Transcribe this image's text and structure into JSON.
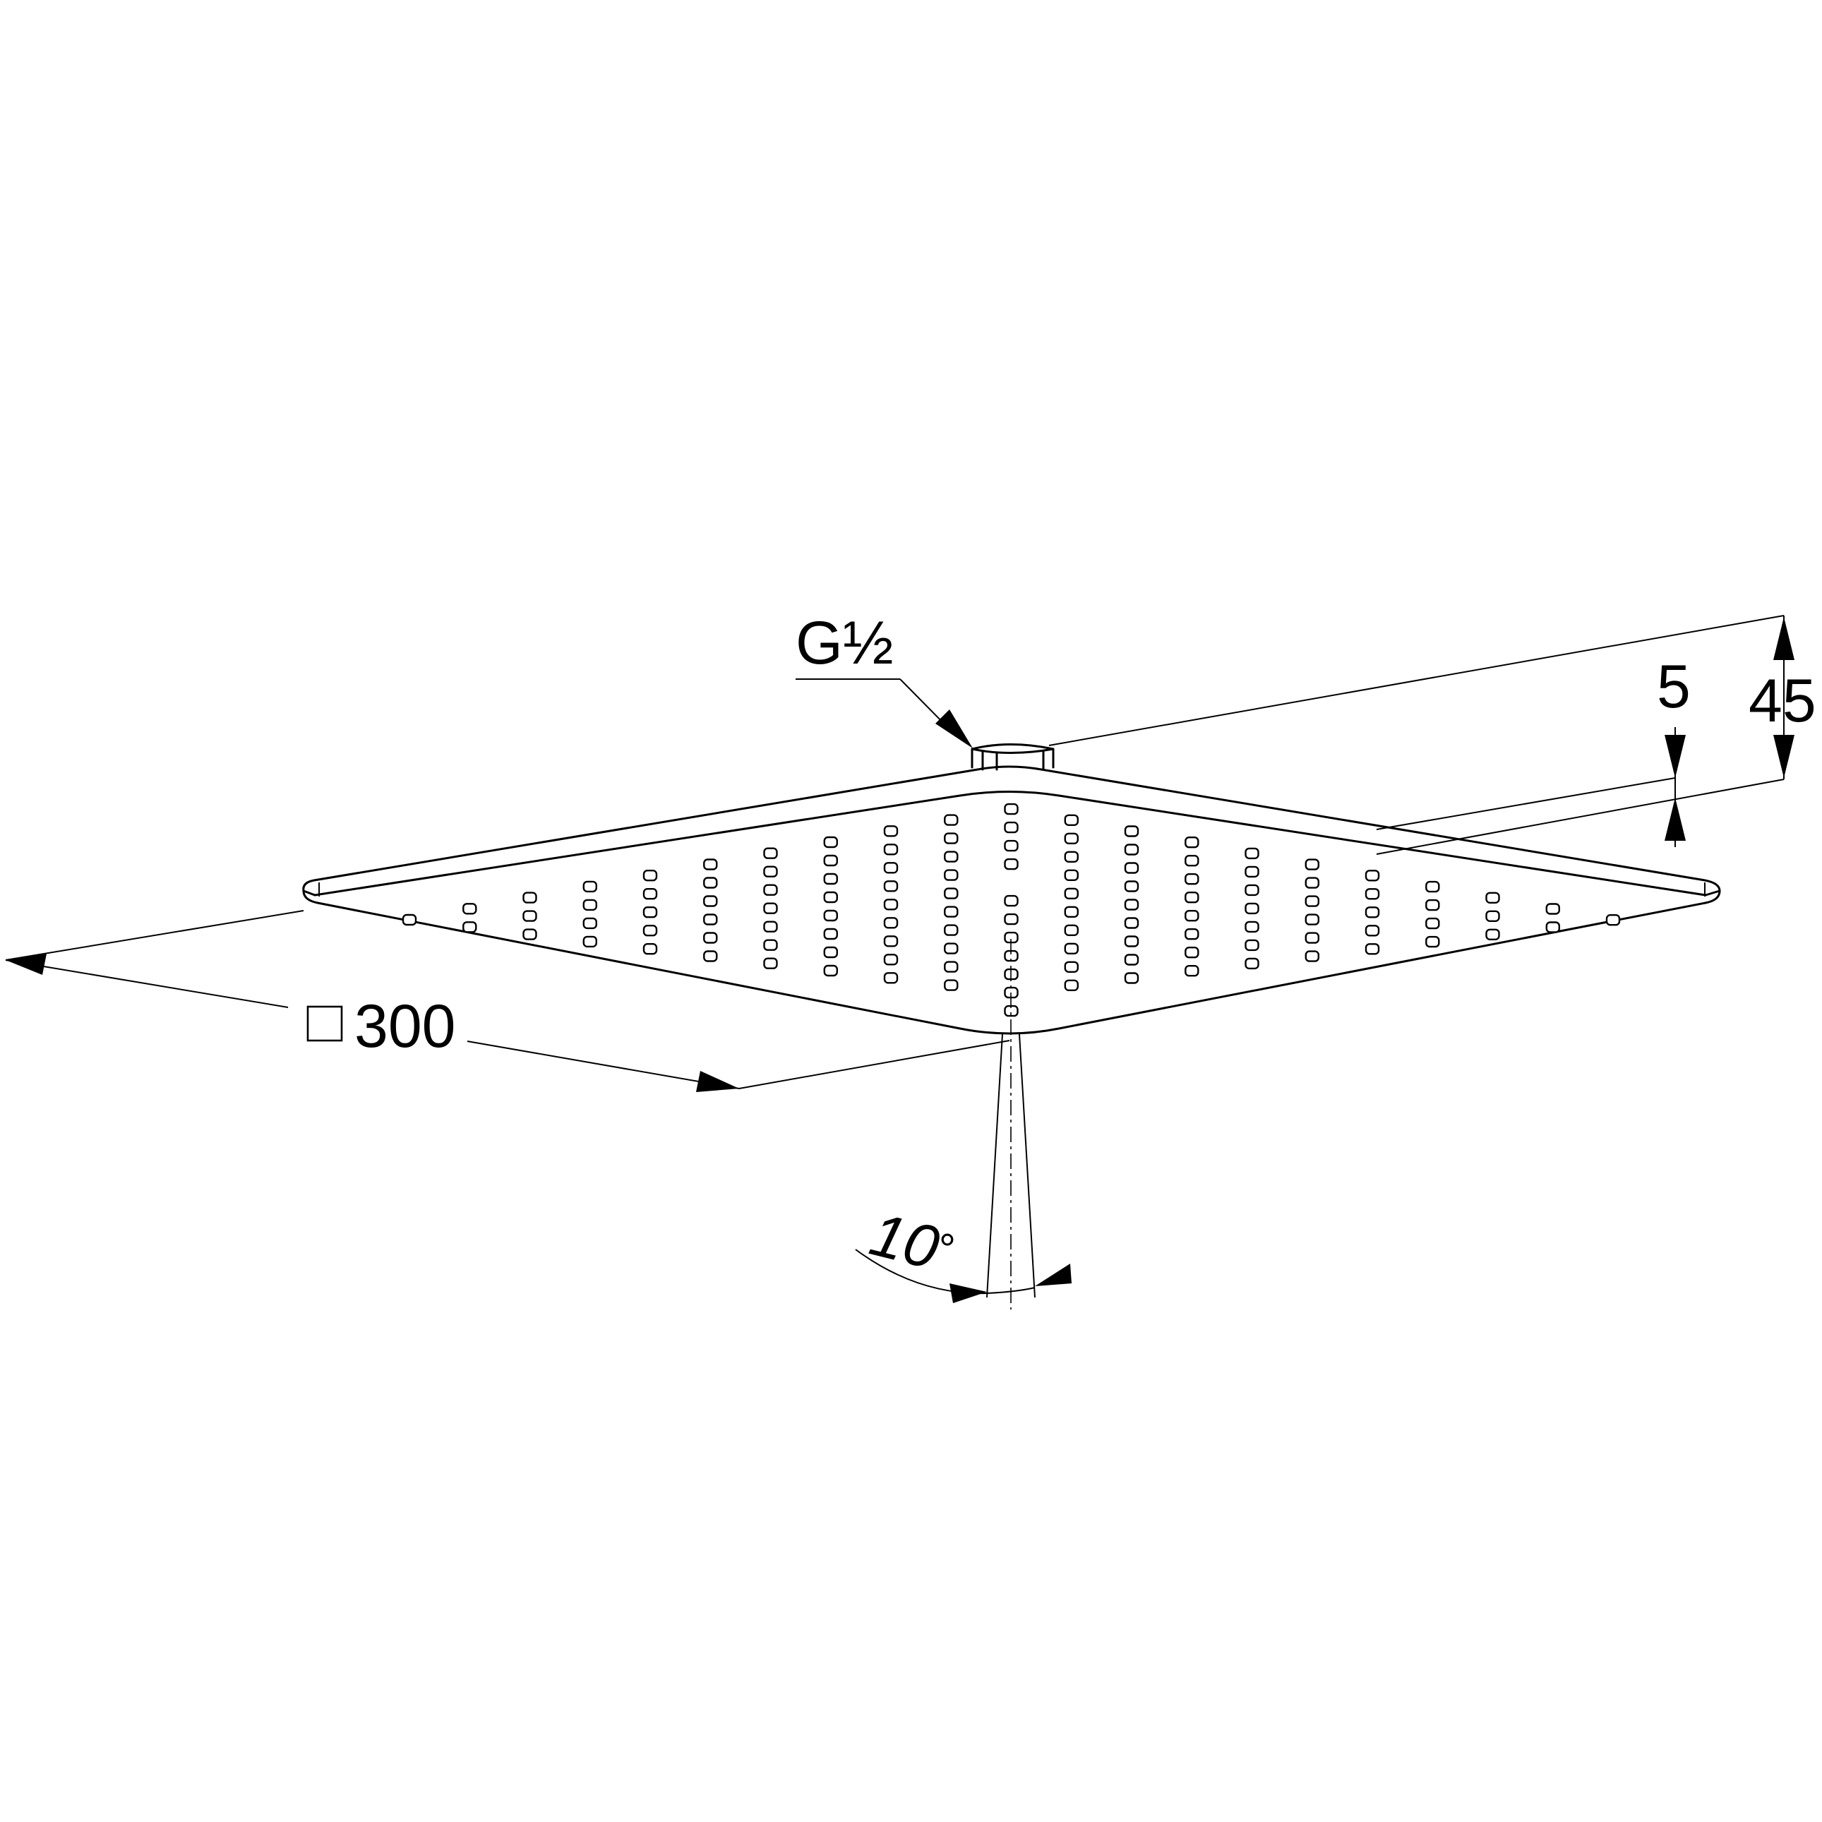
{
  "dimensions": {
    "thread": {
      "label": "G½"
    },
    "plate_thickness": {
      "label": "5"
    },
    "total_height": {
      "label": "45"
    },
    "side_length": {
      "symbol": "□",
      "label": "300"
    },
    "tilt_angle": {
      "label": "10",
      "unit_symbol": "°"
    }
  },
  "nozzle_rows": [
    1,
    2,
    3,
    4,
    5,
    6,
    7,
    8,
    9,
    10,
    11,
    10,
    9,
    8,
    7,
    6,
    5,
    4,
    3,
    2,
    1
  ],
  "colors": {
    "line": "#000000",
    "background": "#ffffff"
  }
}
